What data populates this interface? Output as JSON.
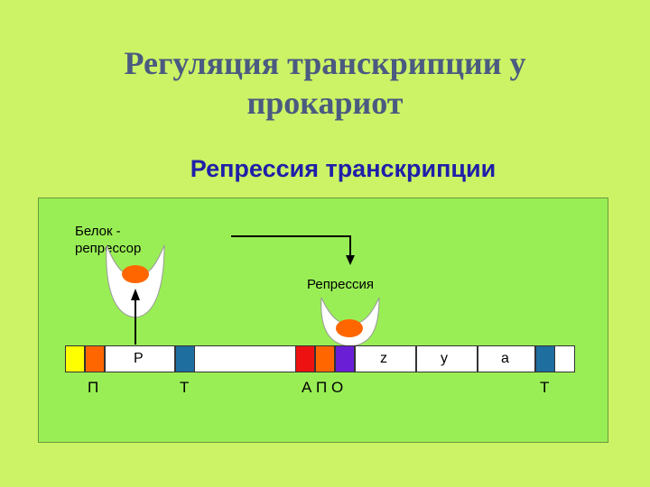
{
  "title_line1": "Регуляция транскрипции у",
  "title_line2": "прокариот",
  "subtitle": "Репрессия транскрипции",
  "diagram": {
    "repressor_label_line1": "Белок -",
    "repressor_label_line2": "репрессор",
    "repression_label": "Репрессия",
    "gene_labels": {
      "regulator": "P",
      "z": "z",
      "y": "y",
      "a": "a"
    },
    "bottom_labels": {
      "promoter": "П",
      "terminator1": "Т",
      "apo": "А П О",
      "terminator2": "Т"
    },
    "colors": {
      "yellow": "#ffff00",
      "orange": "#ff6600",
      "blue": "#1f6ea0",
      "red": "#ee1111",
      "purple": "#6a1fd6",
      "panel": "#99ee55",
      "background": "#ccf266"
    }
  }
}
